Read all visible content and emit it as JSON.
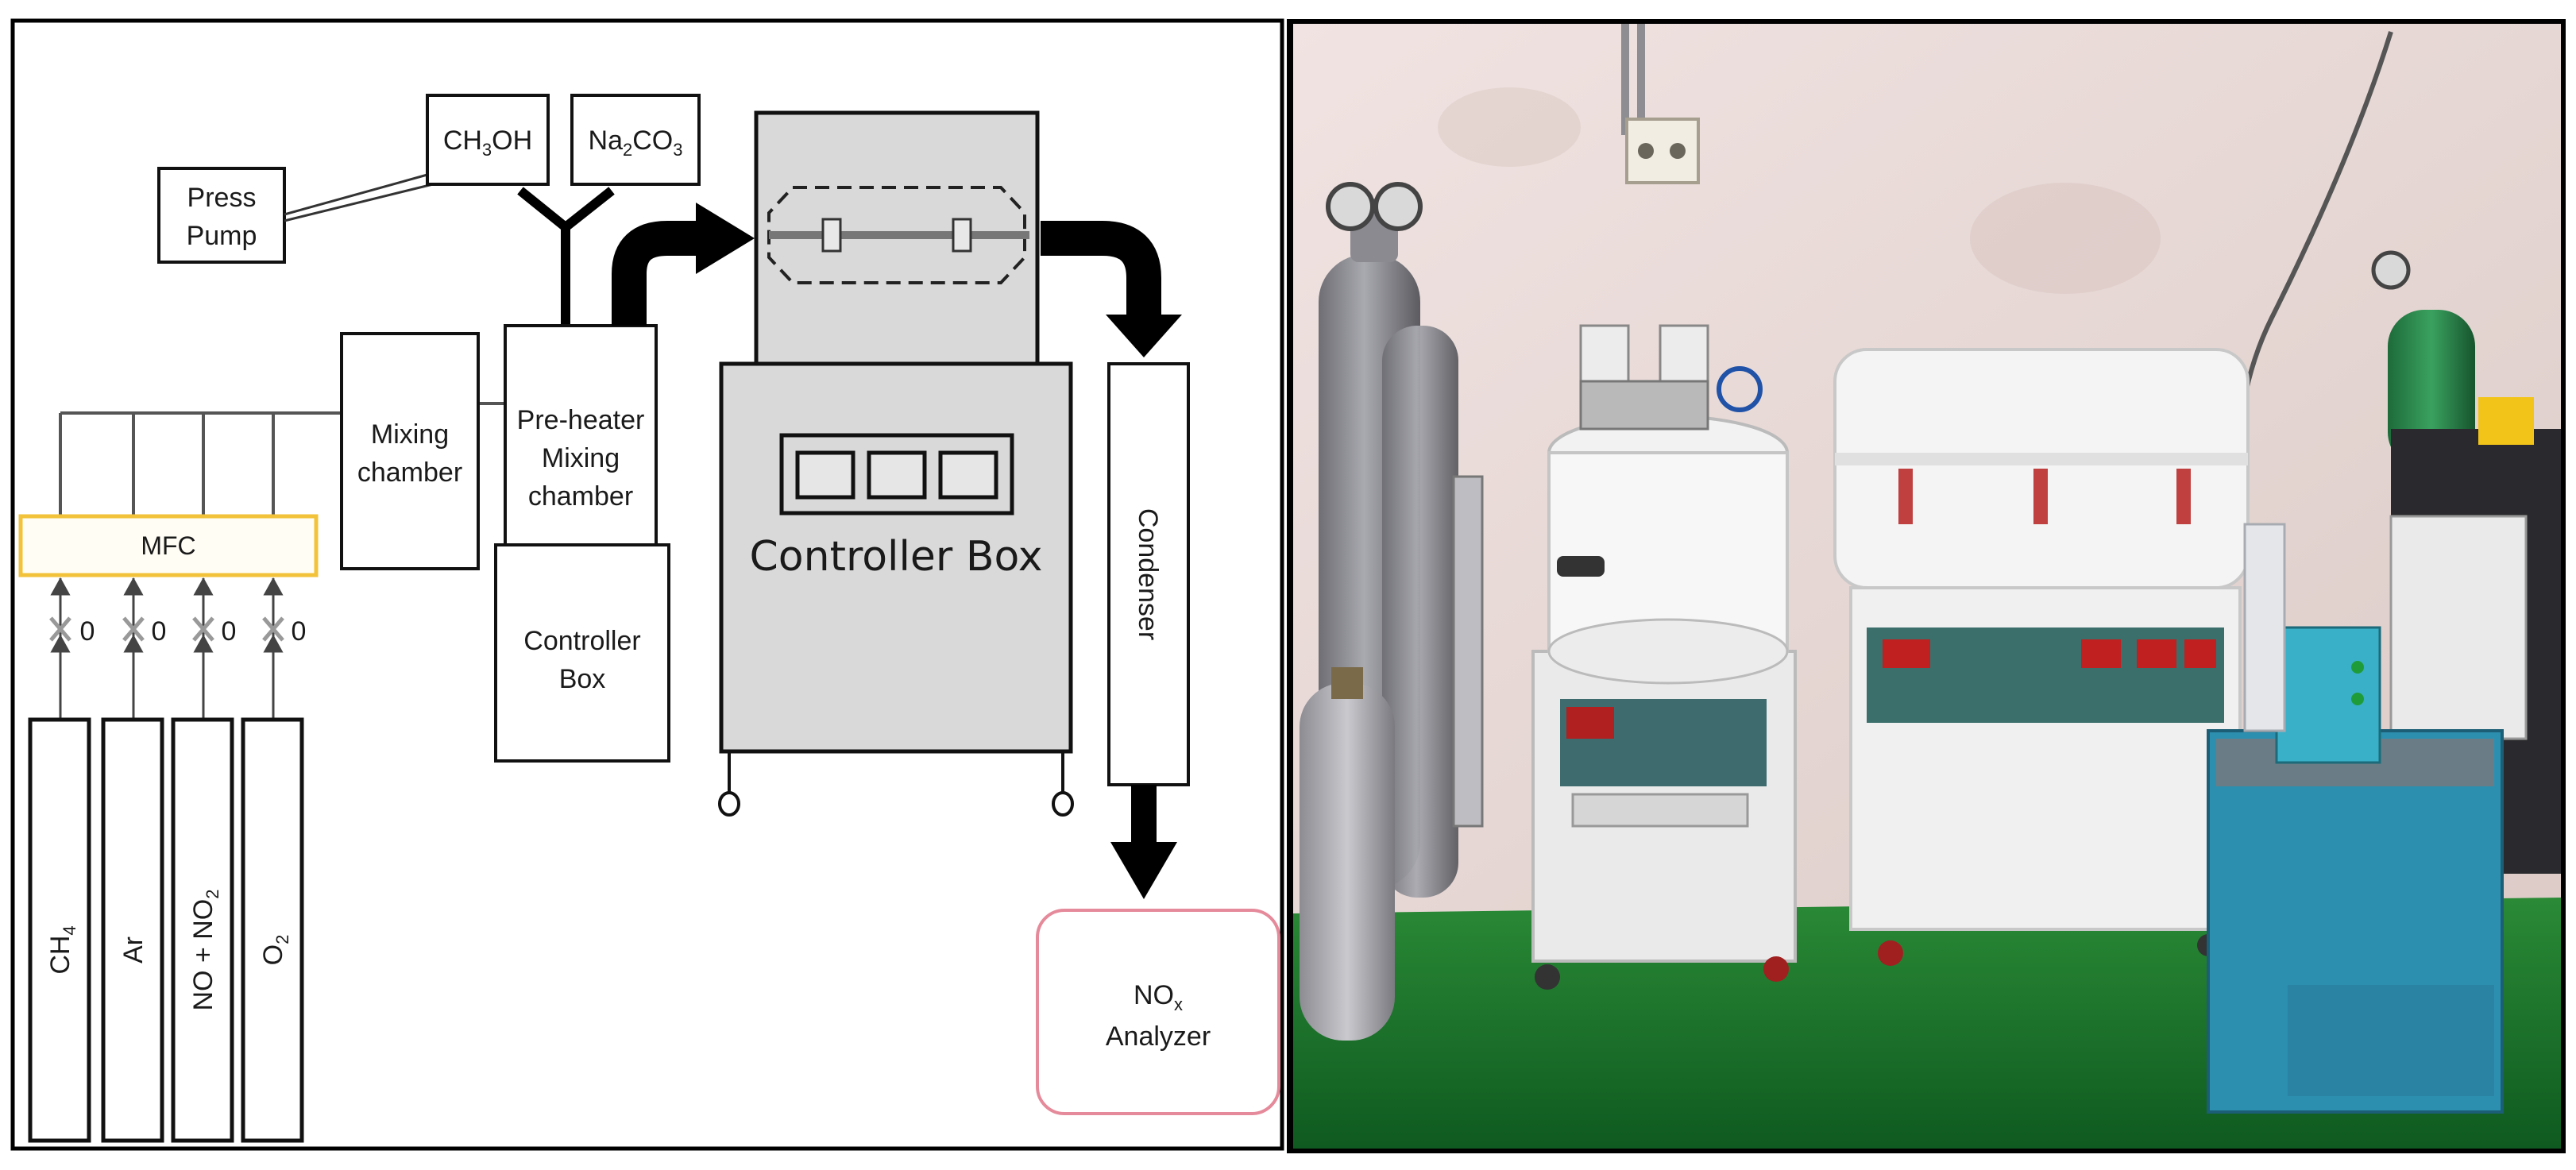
{
  "diagram": {
    "press_pump": {
      "line1": "Press",
      "line2": "Pump"
    },
    "ch3oh": {
      "main": "CH",
      "sub1": "3",
      "tail": "OH"
    },
    "na2co3": {
      "main": "Na",
      "sub1": "2",
      "mid": "CO",
      "sub2": "3"
    },
    "mixing_chamber": {
      "line1": "Mixing",
      "line2": "chamber"
    },
    "preheater": {
      "line1": "Pre-heater",
      "line2": "Mixing",
      "line3": "chamber"
    },
    "small_controller": {
      "line1": "Controller",
      "line2": "Box"
    },
    "big_controller": "Controller Box",
    "condenser": "Condenser",
    "mfc": "MFC",
    "analyzer": {
      "main": "NO",
      "sub": "x",
      "line2": "Analyzer"
    },
    "valve_symbol": "0",
    "cylinders": {
      "ch4": {
        "main": "CH",
        "sub": "4"
      },
      "ar": "Ar",
      "no_no2": {
        "p1": "NO + NO",
        "sub": "2"
      },
      "o2": {
        "main": "O",
        "sub": "2"
      }
    },
    "colors": {
      "mfc_border": "#f2c23a",
      "analyzer_border": "#e58a9a",
      "furnace_fill": "#d9d9d9",
      "arrow": "#000000"
    }
  },
  "photo": {
    "description_colors": {
      "wall": "#e8d9d6",
      "floor": "#1f7a2e",
      "chiller": "#2d8fb0"
    }
  }
}
